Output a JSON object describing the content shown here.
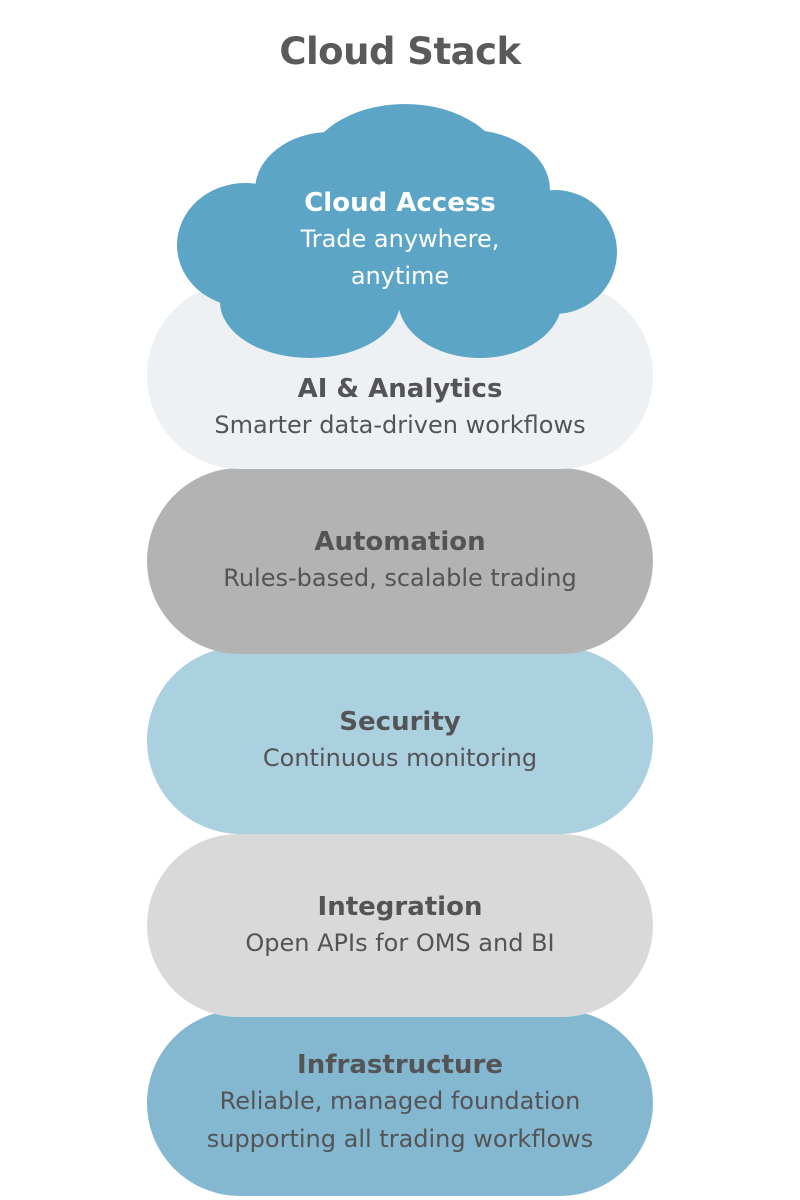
{
  "title": "Cloud Stack",
  "layers": [
    {
      "name": "Cloud Access",
      "description": "Trade anywhere, anytime",
      "color": "#5ca5c7"
    },
    {
      "name": "AI & Analytics",
      "description": "Smarter data-driven workflows",
      "color": "#eef1f4"
    },
    {
      "name": "Automation",
      "description": "Rules-based, scalable trading",
      "color": "#b3b3b3"
    },
    {
      "name": "Security",
      "description": "Continuous monitoring",
      "color": "#abd0df"
    },
    {
      "name": "Integration",
      "description": "Open APIs for OMS and BI",
      "color": "#d9d9d9"
    },
    {
      "name": "Infrastructure",
      "description": "Reliable, managed foundation supporting all trading workflows",
      "color": "#84b8d1"
    }
  ]
}
